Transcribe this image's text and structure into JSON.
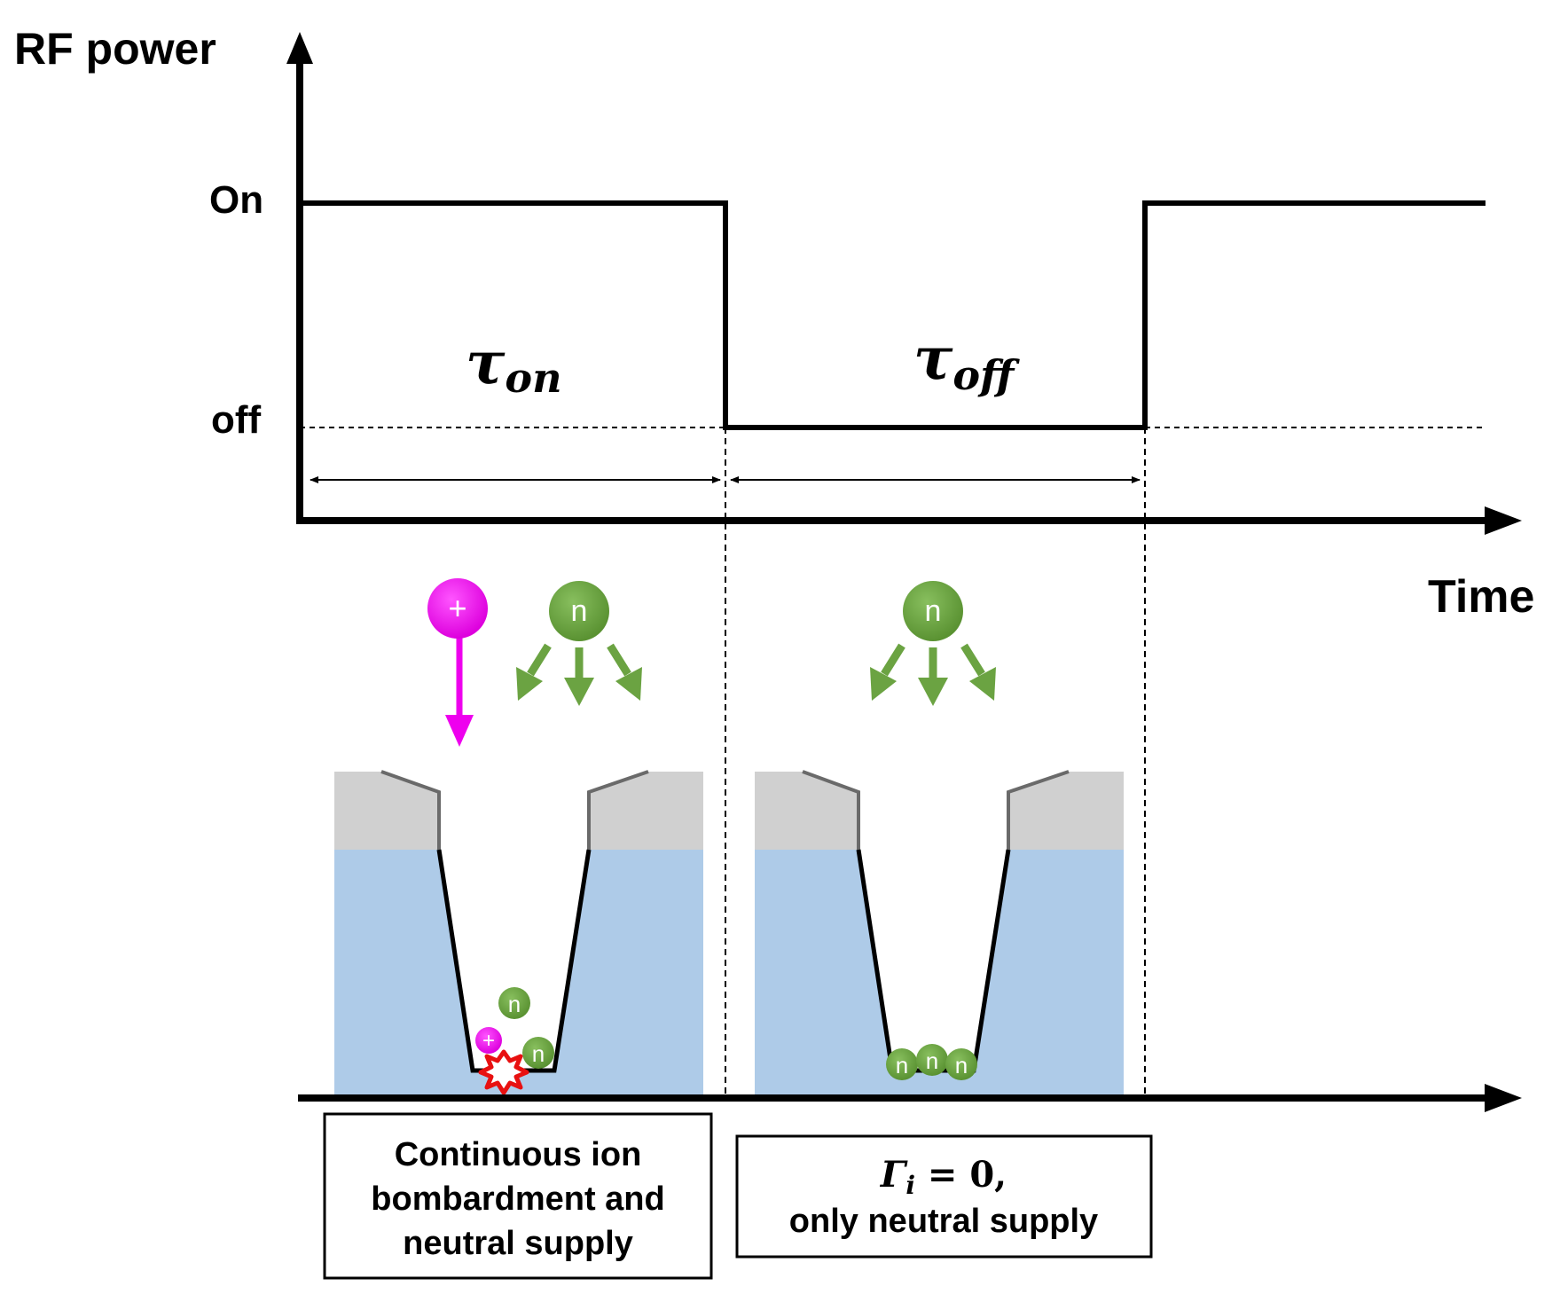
{
  "axes": {
    "y_label": "RF power",
    "x_label": "Time",
    "level_on": "On",
    "level_off": "off"
  },
  "durations": {
    "on": {
      "symbol": "τ",
      "subscript": "on"
    },
    "off": {
      "symbol": "τ",
      "subscript": "off"
    }
  },
  "particles": {
    "ion_symbol": "+",
    "neutral_symbol": "n"
  },
  "captions": {
    "on_phase": [
      "Continuous ion",
      "bombardment and",
      "neutral supply"
    ],
    "off_phase": {
      "flux_symbol": "Γ",
      "flux_subscript": "i",
      "flux_equation": " = 0,",
      "text": "only neutral supply"
    }
  },
  "colors": {
    "ion": "#ee00ee",
    "neutral": "#6ba342",
    "substrate": "#aecbe8",
    "mask": "#d0d0d0",
    "spark": "#e81010"
  }
}
